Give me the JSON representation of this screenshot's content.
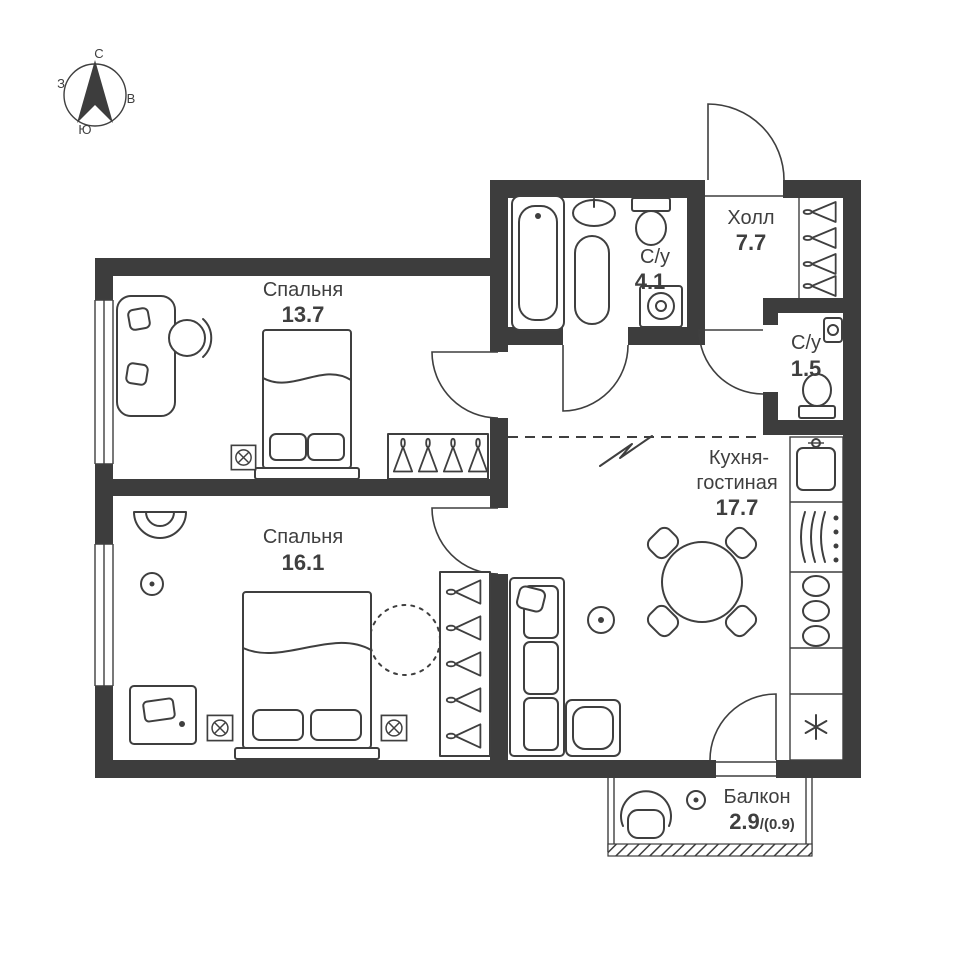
{
  "title": "Apartment floor plan",
  "compass": {
    "north": "С",
    "east": "В",
    "south": "Ю",
    "west": "З"
  },
  "rooms": {
    "bedroom1": {
      "name": "Спальня",
      "area": "13.7"
    },
    "bedroom2": {
      "name": "Спальня",
      "area": "16.1"
    },
    "bathroom1": {
      "name": "С/у",
      "area": "4.1"
    },
    "hall": {
      "name": "Холл",
      "area": "7.7"
    },
    "bathroom2": {
      "name": "С/у",
      "area": "1.5"
    },
    "kitchen_living": {
      "name_line1": "Кухня-",
      "name_line2": "гостиная",
      "area": "17.7"
    },
    "balcony": {
      "name": "Балкон",
      "area_main": "2.9",
      "area_sub": "/(0.9)"
    }
  },
  "icons": {
    "compass_arrow": "north-arrow-icon",
    "fridge_spot": "snowflake-icon",
    "wardrobe_item": "hanger-icon",
    "nightstand": "crossed-circle-icon"
  },
  "colors": {
    "wall": "#3d3d3d",
    "line": "#3f3f3f",
    "background": "#ffffff"
  }
}
